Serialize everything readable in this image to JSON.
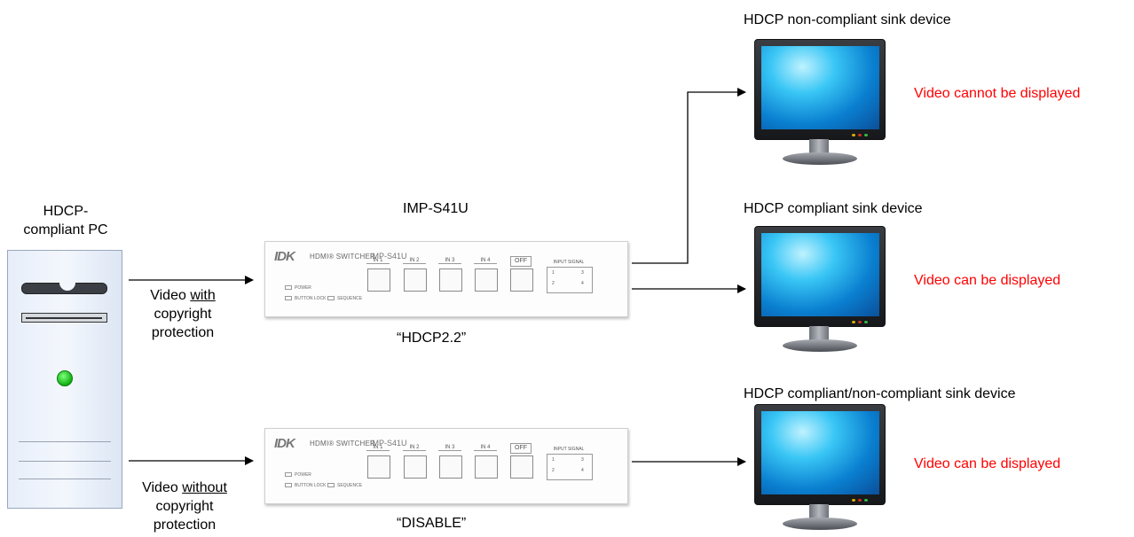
{
  "pc": {
    "label_line1": "HDCP-",
    "label_line2": "compliant PC"
  },
  "device": {
    "name": "IMP-S41U"
  },
  "switcher_panel": {
    "logo": "IDK",
    "brand_text": "HDMI® SWITCHER",
    "model": "IMP-S41U",
    "power": "POWER",
    "button_lock": "BUTTON LOCK",
    "sequence": "SEQUENCE",
    "inputs": [
      "IN 1",
      "IN 2",
      "IN 3",
      "IN 4"
    ],
    "off": "OFF",
    "input_signal": "INPUT SIGNAL",
    "digits": [
      "1",
      "3",
      "2",
      "4"
    ]
  },
  "modes": {
    "top": "“HDCP2.2”",
    "bottom": "“DISABLE”"
  },
  "inputs": {
    "with_line1_pre": "Video ",
    "with_line1_u": "with",
    "with_line2": "copyright",
    "with_line3": "protection",
    "without_line1_pre": "Video ",
    "without_line1_u": "without",
    "without_line2": "copyright",
    "without_line3": "protection"
  },
  "sinks": {
    "s1": {
      "title": "HDCP non-compliant sink device",
      "result": "Video cannot be displayed"
    },
    "s2": {
      "title": "HDCP compliant sink device",
      "result": "Video can be displayed"
    },
    "s3": {
      "title": "HDCP compliant/non-compliant sink device",
      "result": "Video can be displayed"
    }
  },
  "colors": {
    "result": "#ff0000",
    "line": "#000000"
  }
}
